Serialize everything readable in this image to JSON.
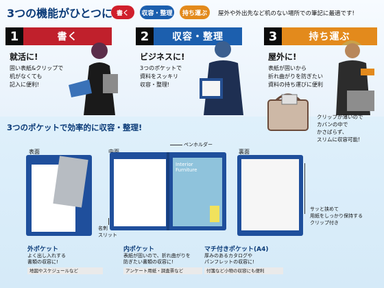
{
  "header": {
    "title": "3つの機能がひとつに!",
    "pills": [
      "書く",
      "収容・整理",
      "持ち運ぶ"
    ],
    "tagline": "屋外や外出先など机のない場所での筆記に最適です!"
  },
  "features": [
    {
      "num": "1",
      "label": "書く",
      "headline": "就活に!",
      "desc": "固い表紙&クリップで\n机がなくても\n記入に便利!",
      "color": "#c0202c"
    },
    {
      "num": "2",
      "label": "収容・整理",
      "headline": "ビジネスに!",
      "desc": "3つのポケットで\n資料をスッキリ\n収容・整理!",
      "color": "#1c5fae"
    },
    {
      "num": "3",
      "label": "持ち運ぶ",
      "headline": "屋外に!",
      "desc": "表紙が固いから\n折れ曲がりを防ぎたい\n資料の持ち運びに便利",
      "color": "#e38a1c"
    }
  ],
  "carry_note": "クリップが薄いので\nカバンの中で\nかさばらず、\nスリムに収容可能!",
  "section_title": "3つのポケットで効率的に収容・整理!",
  "panels": {
    "front": "表面",
    "middle": "中面",
    "back": "裏面"
  },
  "annotations": {
    "pen_holder": "ペンホルダー",
    "card_slit": "名刺\nスリット",
    "clip": "サッと挟めて\n用紙をしっかり保持する\nクリップ付き",
    "interior_text": "Interior\nFurniture"
  },
  "pocket_boxes": [
    {
      "title": "外ポケット",
      "text": "よく出し入れする\n書類の収容に!",
      "foot": "地図やスケジュールなど"
    },
    {
      "title": "内ポケット",
      "text": "表紙が固いので、折れ曲がりを\n防ぎたい書類の収容に!",
      "foot": "アンケート用紙・調査票など"
    },
    {
      "title": "マチ付きポケット(A4)",
      "text": "厚みのあるカタログや\nパンフレットの収容に!",
      "foot": "付箋など小物の収容にも便利"
    }
  ]
}
